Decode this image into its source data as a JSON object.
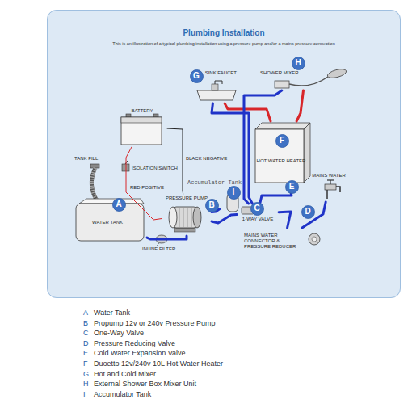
{
  "diagram": {
    "nodes": [
      {
        "text": [
          "Plumbing Installation",
          "This is an illustration of a typical plumbing installation using a pressure pump and/or a mains pressure connection"
        ]
      },
      {
        "text": [
          "SINK FAUCET"
        ],
        "in": 0
      },
      {
        "text": [
          "SHOWER MIXER"
        ],
        "in": 0
      },
      {
        "text": [
          "BATTERY"
        ],
        "in": 0
      },
      {
        "text": [
          "HOT WATER HEATER"
        ],
        "in": 0
      },
      {
        "text": [
          "Accumulator Tank"
        ],
        "in": 0
      },
      {
        "text": [
          "PRESSURE PUMP"
        ],
        "in": 0
      },
      {
        "text": [
          "MAINS WATER"
        ],
        "in": 0
      },
      {
        "text": [
          "WATER TANK"
        ],
        "in": 0
      },
      {
        "text": [
          "1-WAY VALVE"
        ],
        "in": 0
      },
      {
        "text": [
          "MAINS WATER CONNECTOR & PRESSURE REDUCER"
        ],
        "in": 0
      },
      {
        "text": [
          "G"
        ],
        "in": 0
      },
      {
        "text": [
          "H"
        ],
        "in": 0
      },
      {
        "text": [
          "F"
        ],
        "in": 0
      },
      {
        "text": [
          "E"
        ],
        "in": 0
      },
      {
        "text": [
          "I"
        ],
        "in": 0
      },
      {
        "text": [
          "B"
        ],
        "in": 0
      },
      {
        "text": [
          "A"
        ],
        "in": 0
      },
      {
        "text": [
          "C"
        ],
        "in": 0
      },
      {
        "text": [
          "D"
        ],
        "in": 0
      }
    ],
    "edges": [
      {
        "from": 3,
        "to": 6,
        "arrow": "none",
        "label": "BLACK NEGATIVE"
      },
      {
        "from": 3,
        "to": 6,
        "arrow": "none",
        "label": "RED POSITIVE"
      },
      {
        "from": 8,
        "to": 6,
        "arrow": "none"
      },
      {
        "from": 6,
        "to": 5,
        "arrow": "none"
      },
      {
        "from": 6,
        "to": 9,
        "arrow": "none"
      },
      {
        "from": 7,
        "to": 10,
        "arrow": "none"
      },
      {
        "from": 10,
        "to": 9,
        "arrow": "none"
      },
      {
        "from": 9,
        "to": 4,
        "arrow": "none"
      },
      {
        "from": 4,
        "to": 1,
        "arrow": "none"
      },
      {
        "from": 4,
        "to": 2,
        "arrow": "none"
      },
      {
        "from": 9,
        "to": 1,
        "arrow": "none"
      },
      {
        "from": 9,
        "to": 2,
        "arrow": "none"
      }
    ],
    "labels": [
      "TANK FILL",
      "ISOLATION SWITCH",
      "INLINE FILTER",
      "A",
      "Water Tank",
      "B",
      "Propump 12v or 240v Pressure Pump",
      "C",
      "One-Way Valve",
      "D",
      "Pressure Reducing Valve",
      "E",
      "Cold Water Expansion Valve",
      "F",
      "Duoetto 12v/240v 10L Hot Water Heater",
      "G",
      "Hot and Cold Mixer",
      "H",
      "External Shower Box Mixer Unit",
      "I",
      "Accumulator Tank"
    ]
  }
}
